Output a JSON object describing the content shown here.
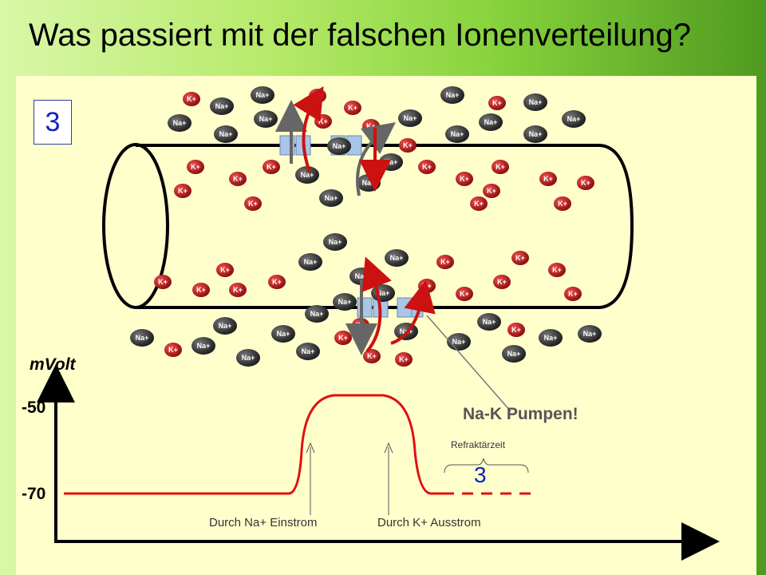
{
  "title": "Was passiert mit der falschen Ionenverteilung?",
  "stage_number": "3",
  "ion_labels": {
    "potassium": "K+",
    "sodium": "Na+"
  },
  "graph": {
    "y_unit": "mVolt",
    "y_tick_upper": "-50",
    "y_tick_lower": "-70",
    "annotation_na": "Durch Na+ Einstrom",
    "annotation_k": "Durch K+ Ausstrom",
    "refractory_label": "Refraktärzeit",
    "refractory_number": "3",
    "pump_label": "Na-K Pumpen!"
  },
  "colors": {
    "potassium": "#c0191b",
    "sodium": "#333333",
    "curve": "#e01010",
    "stage_number": "#1020c0"
  }
}
